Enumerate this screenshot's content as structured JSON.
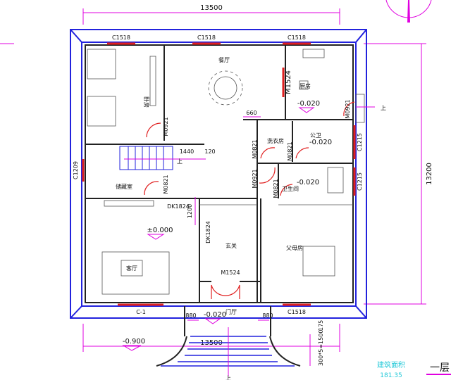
{
  "dimensions": {
    "top_width": "13500",
    "bottom_width": "13500",
    "right_height": "13200",
    "stair_1440": "1440",
    "stair_120": "120",
    "d660": "660",
    "d1200": "1200",
    "porch_left": "880",
    "porch_right": "880",
    "steps": "300*5=1500",
    "step_175": "175"
  },
  "windows": {
    "top_left": "C1518",
    "top_mid": "C1518",
    "top_right": "C1518",
    "left": "C1209",
    "right_upper": "C1215",
    "right_lower": "C1215",
    "bottom_left": "C-1",
    "bottom_right": "C1518"
  },
  "doors": {
    "kitchen": "M1524",
    "kitchen_exterior": "M0921",
    "bedroom": "M0921",
    "laundry": "M0821",
    "public_wc": "M0821",
    "hall": "M0921",
    "bathroom": "M0821",
    "storage": "M0821",
    "opening_a": "DK1824",
    "opening_b": "DK1824",
    "entrance": "M1524"
  },
  "rooms": {
    "bedroom": "卧房",
    "dining": "餐厅",
    "kitchen": "厨房",
    "laundry": "洗衣房",
    "public_wc": "公卫",
    "bathroom": "卫生间",
    "storage": "储藏室",
    "living": "客厅",
    "foyer": "玄关",
    "parents": "父母房",
    "porch": "门厅"
  },
  "elevations": {
    "kitchen": "-0.020",
    "public_wc": "-0.020",
    "bathroom": "-0.020",
    "living": "±0.000",
    "porch": "-0.020",
    "outside": "-0.900"
  },
  "labels": {
    "up_stair": "上",
    "up_kitchen": "上",
    "up_porch": "上",
    "area_label": "建筑面积",
    "area_value": "181.35",
    "plan_title": "一层"
  },
  "colors": {
    "wall_outline": "#2222dd",
    "dimension": "#e000e0",
    "window_door": "#e02020",
    "area_text": "#22c8d8"
  }
}
